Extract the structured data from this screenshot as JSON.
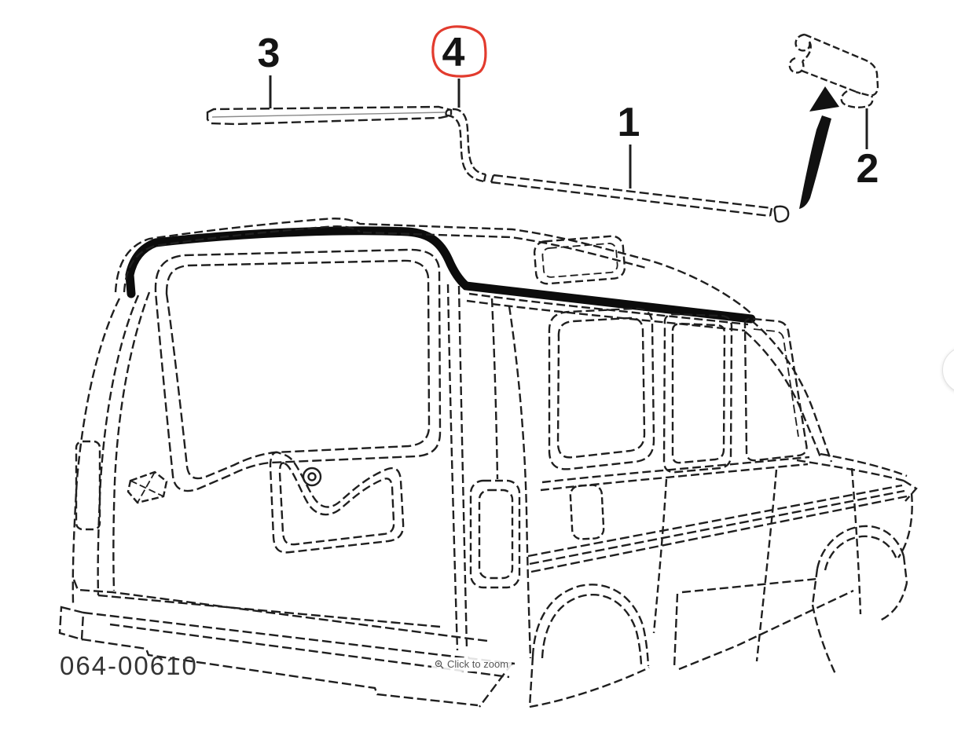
{
  "page": {
    "background_color": "#ffffff"
  },
  "diagram": {
    "part_number": "064-00610",
    "callouts": [
      {
        "label": "1",
        "highlighted": false
      },
      {
        "label": "2",
        "highlighted": false
      },
      {
        "label": "3",
        "highlighted": false
      },
      {
        "label": "4",
        "highlighted": true
      }
    ],
    "highlight_color": "#e23b2e",
    "line_color": "#1f1f1f"
  },
  "zoom_hint": {
    "icon": "magnifier-plus-icon",
    "label": "Click to zoom",
    "text_color": "#565656"
  },
  "carousel": {
    "next_button": {
      "visible": true
    }
  }
}
